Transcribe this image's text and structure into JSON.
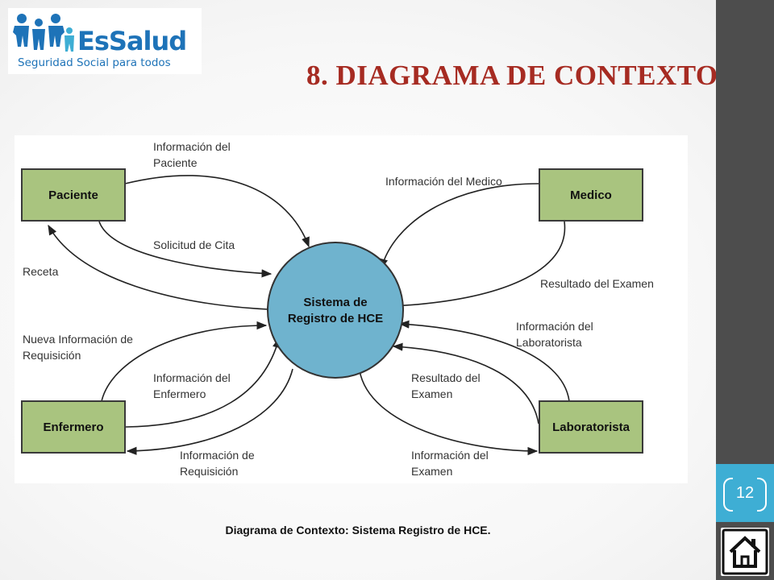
{
  "header": {
    "logo_name": "EsSalud",
    "logo_tagline": "Seguridad Social para todos",
    "title": "8. DIAGRAMA DE CONTEXTO"
  },
  "diagram": {
    "center_line1": "Sistema de",
    "center_line2": "Registro de HCE",
    "entities": {
      "paciente": "Paciente",
      "medico": "Medico",
      "enfermero": "Enfermero",
      "laboratorista": "Laboratorista"
    },
    "flows": {
      "info_paciente_1": "Información del",
      "info_paciente_2": "Paciente",
      "solicitud_cita": "Solicitud de Cita",
      "receta": "Receta",
      "info_medico": "Información del Medico",
      "resultado_examen": "Resultado del Examen",
      "nueva_info_1": "Nueva Información de",
      "nueva_info_2": "Requisición",
      "info_enfermero_1": "Información del",
      "info_enfermero_2": "Enfermero",
      "info_requisicion_1": "Información de",
      "info_requisicion_2": "Requisición",
      "info_laboratorista_1": "Información del",
      "info_laboratorista_2": "Laboratorista",
      "resultado_lab_1": "Resultado del",
      "resultado_lab_2": "Examen",
      "info_examen_1": "Información del",
      "info_examen_2": "Examen"
    },
    "colors": {
      "entity_fill": "#a9c47f",
      "entity_stroke": "#3a3a3a",
      "center_fill": "#6fb3ce",
      "title_red": "#a62b22",
      "accent_blue": "#3eaed4"
    }
  },
  "caption": "Diagrama de Contexto: Sistema Registro de HCE.",
  "page_number": "12",
  "nav": {
    "home_icon": "home-icon"
  }
}
